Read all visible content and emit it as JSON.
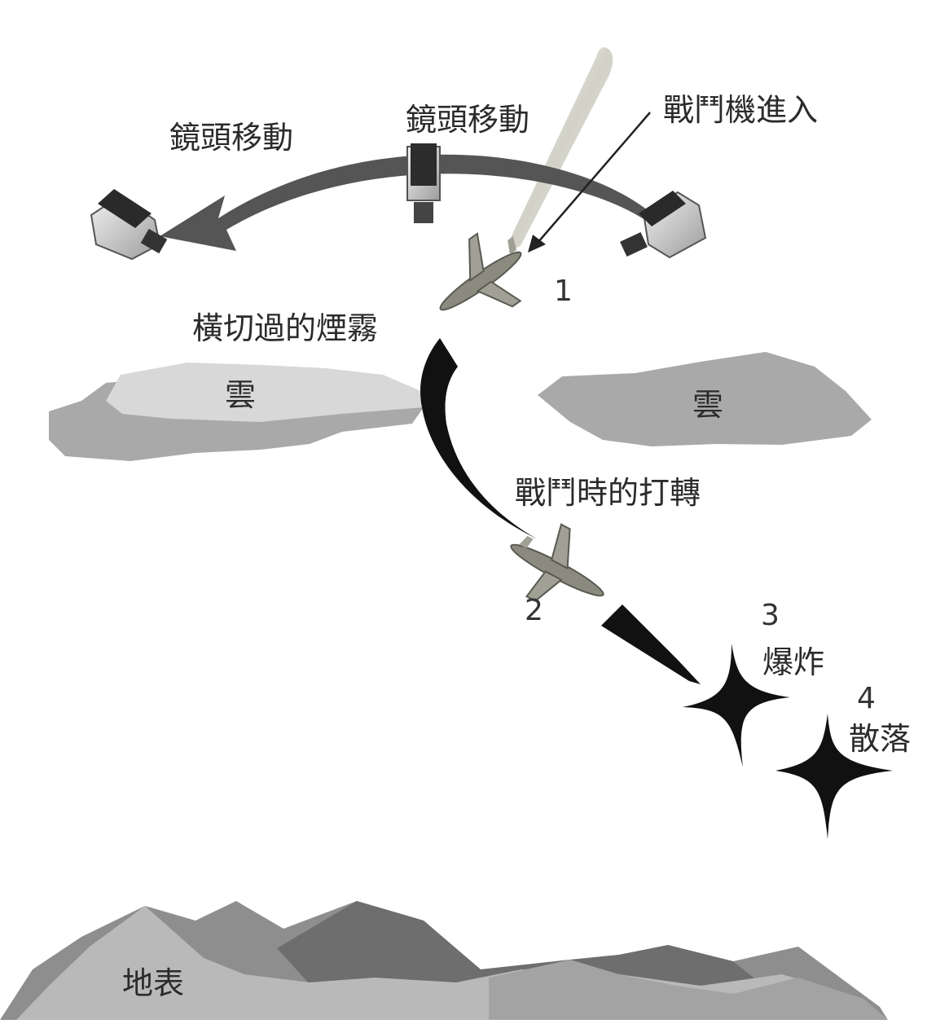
{
  "labels": {
    "camera_move_left": "鏡頭移動",
    "camera_move_top": "鏡頭移動",
    "fighter_enter": "戰鬥機進入",
    "smoke_cross": "橫切過的煙霧",
    "cloud_left": "雲",
    "cloud_right": "雲",
    "dogfight_turn": "戰鬥時的打轉",
    "explosion": "爆炸",
    "scatter": "散落",
    "ground": "地表"
  },
  "steps": {
    "one": "1",
    "two": "2",
    "three": "3",
    "four": "4"
  },
  "colors": {
    "arc_arrow": "#555555",
    "path_arrow": "#111111",
    "cloud_light": "#d8d8d8",
    "cloud_mid": "#a9a9a9",
    "mountain_dark": "#6e6e6e",
    "mountain_mid": "#8e8e8e",
    "mountain_light": "#b9b9b9",
    "star": "#111111"
  },
  "icons": [
    "camera-icon",
    "fighter-jet-icon",
    "explosion-star-icon",
    "scatter-star-icon"
  ]
}
